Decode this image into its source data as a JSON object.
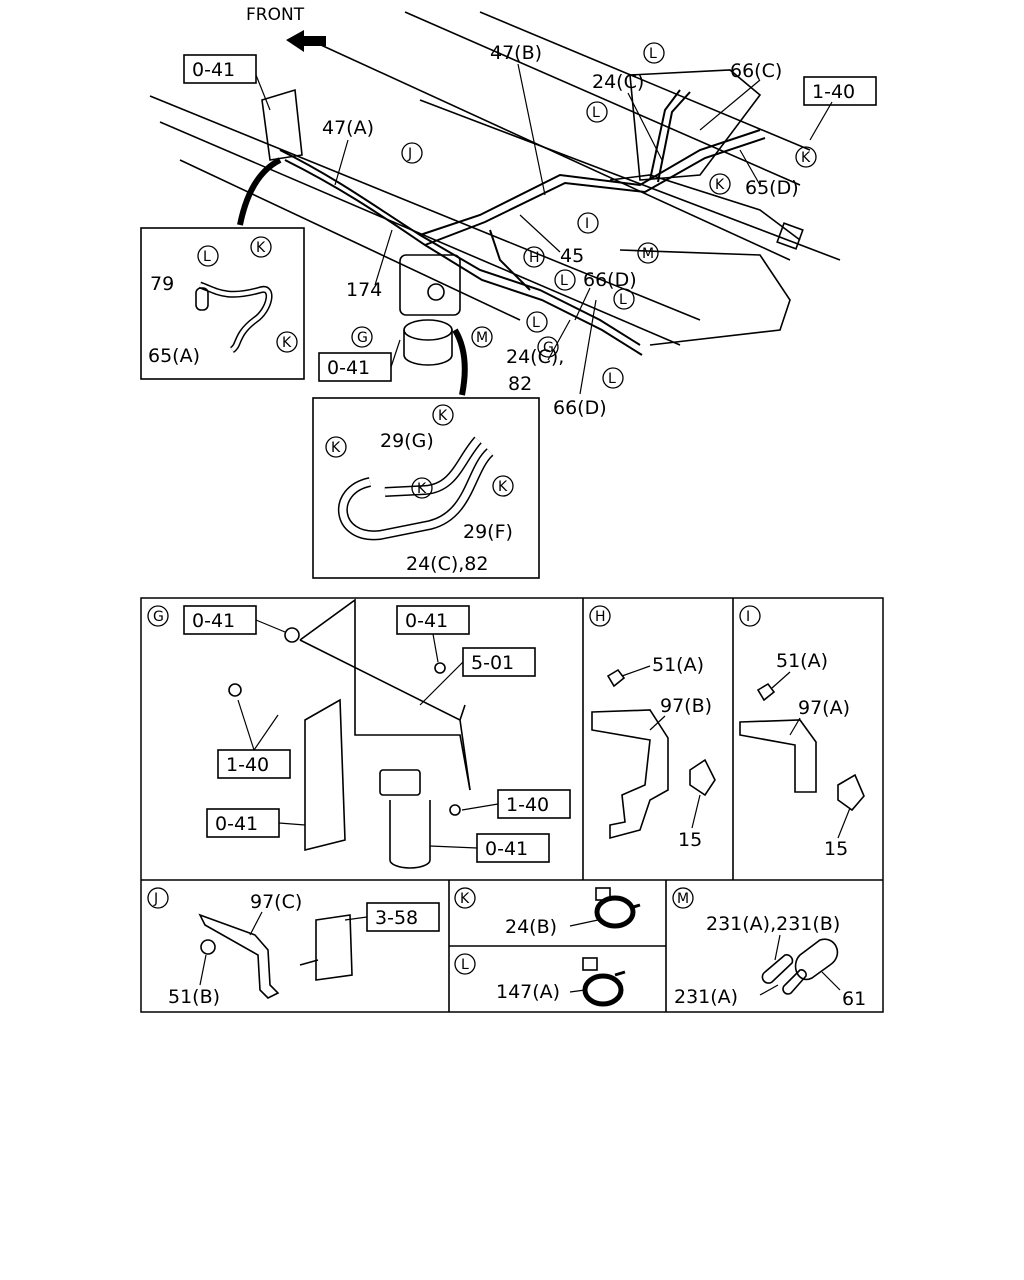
{
  "header": {
    "front": "FRONT"
  },
  "top": {
    "refs": {
      "r041_a": "0-41",
      "r041_b": "0-41",
      "r140": "1-40"
    },
    "labels": {
      "p47B": "47(B)",
      "p47A": "47(A)",
      "p24C": "24(C)",
      "p66C": "66(C)",
      "p65D": "65(D)",
      "p45": "45",
      "p174": "174",
      "p66D_a": "66(D)",
      "p66D_b": "66(D)",
      "p24C82": "24(C),",
      "p82": "82"
    },
    "callouts": {
      "L": "L",
      "K": "K",
      "J": "J",
      "H": "H",
      "I": "I",
      "M": "M",
      "G": "G"
    },
    "inset_a": {
      "p79": "79",
      "p65A": "65(A)"
    },
    "inset_b": {
      "p29G": "29(G)",
      "p29F": "29(F)",
      "p24C82": "24(C),82"
    }
  },
  "detail": {
    "G": {
      "tag": "G",
      "refs": [
        "0-41",
        "0-41",
        "5-01",
        "1-40",
        "1-40",
        "0-41",
        "0-41"
      ]
    },
    "H": {
      "tag": "H",
      "p51A": "51(A)",
      "p97B": "97(B)",
      "p15": "15"
    },
    "I": {
      "tag": "I",
      "p51A": "51(A)",
      "p97A": "97(A)",
      "p15": "15"
    },
    "J": {
      "tag": "J",
      "p97C": "97(C)",
      "ref": "3-58",
      "p51B": "51(B)"
    },
    "K": {
      "tag": "K",
      "p24B": "24(B)"
    },
    "L": {
      "tag": "L",
      "p147A": "147(A)"
    },
    "M": {
      "tag": "M",
      "p231AB": "231(A),231(B)",
      "p231A": "231(A)",
      "p61": "61"
    }
  }
}
